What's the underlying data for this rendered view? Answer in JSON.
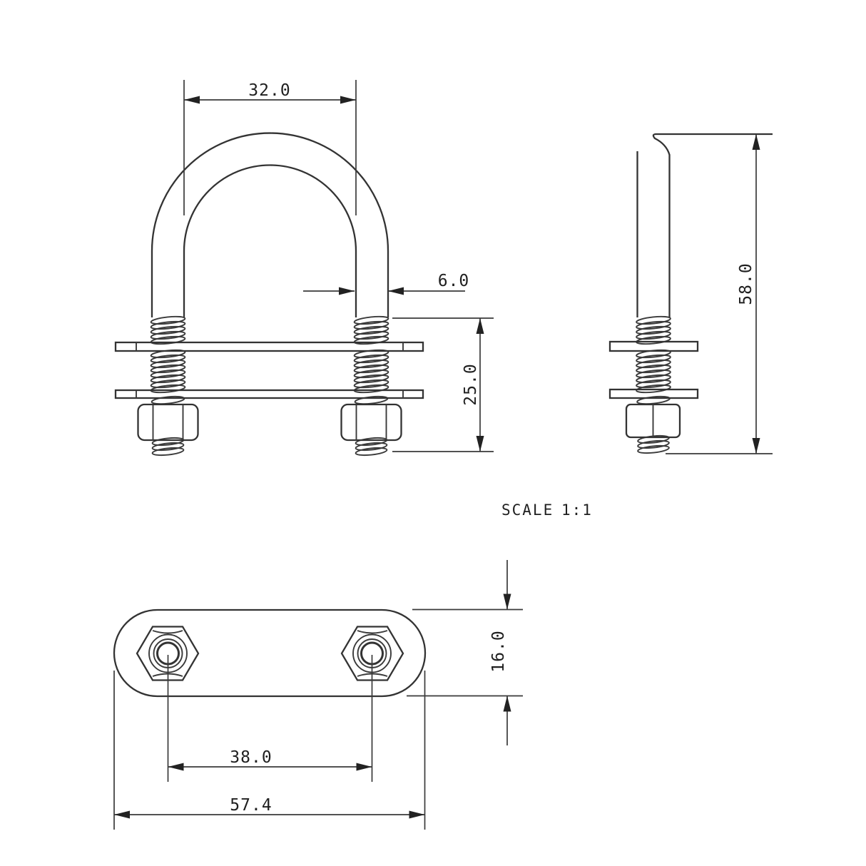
{
  "drawing": {
    "scale_label": "SCALE",
    "scale_value": "1:1",
    "front_view": {
      "inner_width": "32.0",
      "rod_diameter": "6.0",
      "clamp_stack_height": "25.0"
    },
    "side_view": {
      "overall_height": "58.0"
    },
    "bottom_view": {
      "plate_width": "16.0",
      "bolt_spacing": "38.0",
      "plate_length": "57.4"
    },
    "line_color": "#333333",
    "background_color": "#ffffff"
  }
}
